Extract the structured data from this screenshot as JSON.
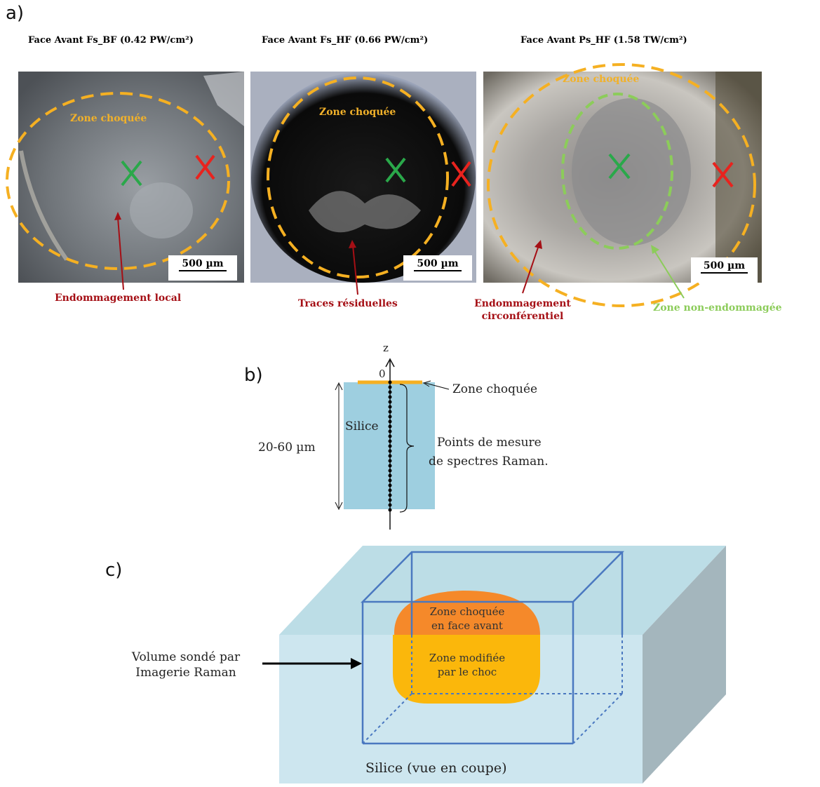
{
  "panel_a": {
    "label": "a)",
    "photos": [
      {
        "title": "Face Avant Fs_BF (0.42 PW/cm²)",
        "zone_label": "Zone choquée",
        "scale": "500 µm",
        "damage_label": "Endommagement local"
      },
      {
        "title": "Face Avant Fs_HF (0.66 PW/cm²)",
        "zone_label": "Zone choquée",
        "scale": "500 µm",
        "damage_label": "Traces résiduelles"
      },
      {
        "title": "Face Avant Ps_HF (1.58 TW/cm²)",
        "zone_label": "Zone choquée",
        "scale": "500 µm",
        "damage_label_1": "Endommagement",
        "damage_label_2": "circonférentiel",
        "undamaged_label": "Zone non-endommagée"
      }
    ],
    "colors": {
      "zone": "#f5b022",
      "green_cross": "#2aa84a",
      "red_cross": "#e8231e",
      "annotation_red": "#a50f15",
      "undamaged": "#8ccc5a"
    }
  },
  "panel_b": {
    "label": "b)",
    "axis": "z",
    "origin": "0",
    "shocked_zone": "Zone choquée",
    "material": "Silice",
    "thickness": "20-60 µm",
    "points_line1": "Points de mesure",
    "points_line2": "de spectres Raman.",
    "colors": {
      "block": "#9ecfe0",
      "zone": "#f5b022"
    }
  },
  "panel_c": {
    "label": "c)",
    "shocked_line1": "Zone choquée",
    "shocked_line2": "en face avant",
    "modified_line1": "Zone modifiée",
    "modified_line2": "par le choc",
    "probed_line1": "Volume sondé par",
    "probed_line2": "Imagerie Raman",
    "block_label": "Silice (vue en coupe)",
    "colors": {
      "front": "#cde6ef",
      "top": "#bcdde6",
      "side": "#a4b6bd",
      "box": "#4a78c0",
      "shocked": "#f5892a",
      "modified": "#fbb70b"
    }
  }
}
